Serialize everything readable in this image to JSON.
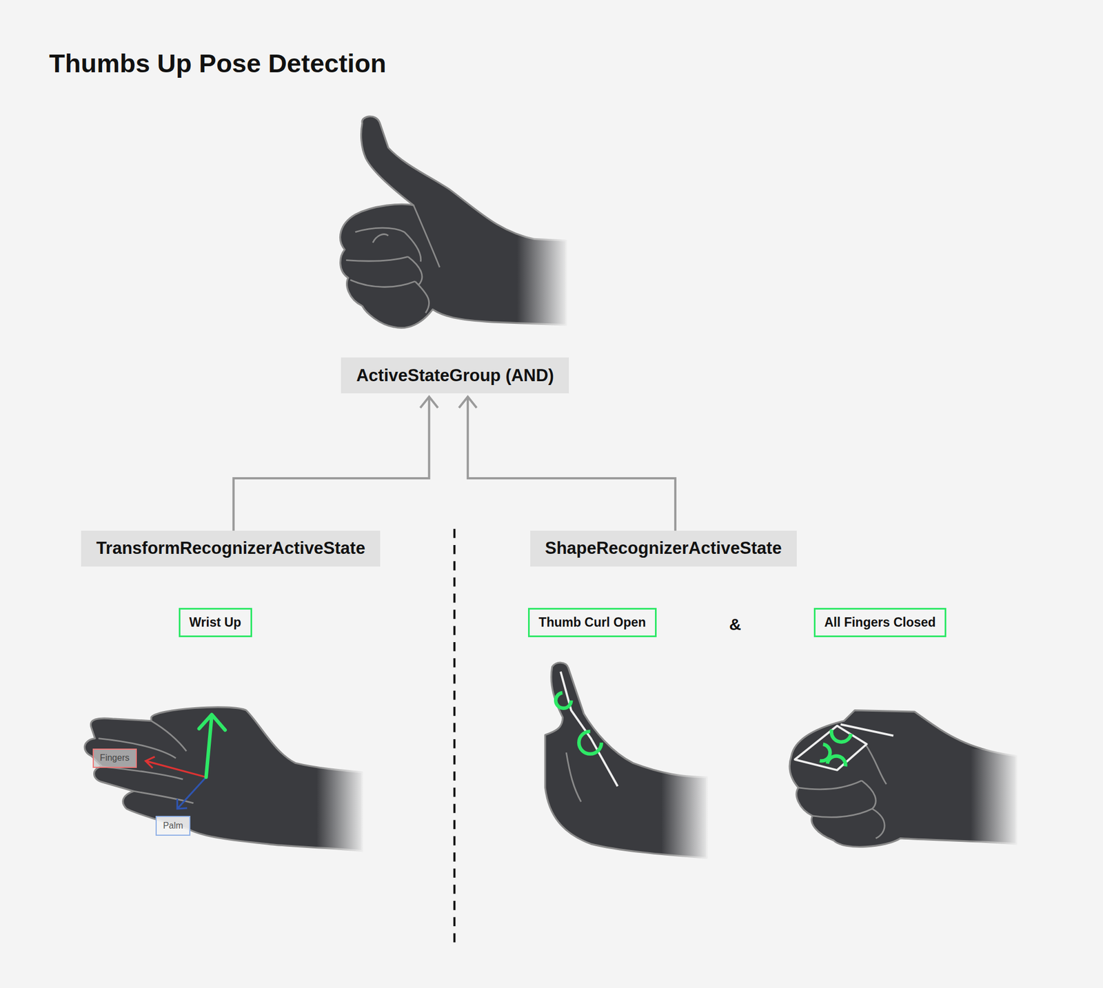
{
  "diagram": {
    "title": "Thumbs Up Pose Detection",
    "nodes": [
      {
        "text": [
          "ActiveStateGroup (AND)"
        ]
      },
      {
        "text": [
          "TransformRecognizerActiveState"
        ]
      },
      {
        "text": [
          "ShapeRecognizerActiveState"
        ]
      },
      {
        "text": [
          "Wrist Up"
        ]
      },
      {
        "text": [
          "Thumb Curl Open"
        ]
      },
      {
        "text": [
          "All Fingers Closed"
        ]
      },
      {
        "text": [
          "Fingers"
        ]
      },
      {
        "text": [
          "Palm"
        ]
      }
    ],
    "edges": [
      {
        "from": 1,
        "to": 0,
        "arrow": "to"
      },
      {
        "from": 2,
        "to": 0,
        "arrow": "to"
      }
    ],
    "labels": [
      "&"
    ]
  }
}
